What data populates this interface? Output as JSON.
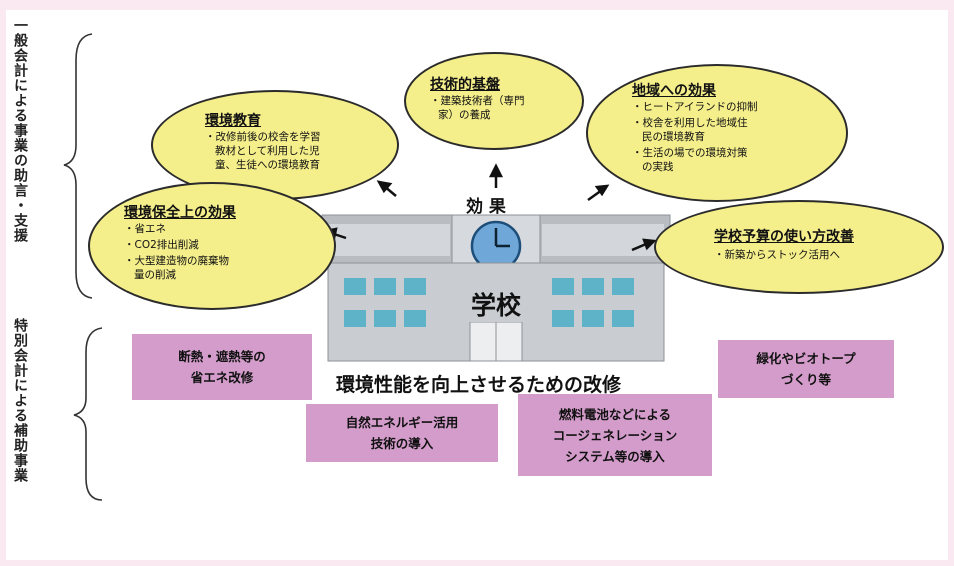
{
  "left_labels": {
    "top": "一般会計による事業の助言・支援",
    "bottom": "特別会計による補助事業"
  },
  "effects_label": "効 果",
  "building_label": "学校",
  "center_caption": "環境性能を向上させるための改修",
  "ellipses": {
    "env_education": {
      "title": "環境教育",
      "items": [
        "・改修前後の校舎を学習",
        "教材として利用した児",
        "童、生徒への環境教育"
      ]
    },
    "technical_base": {
      "title": "技術的基盤",
      "items": [
        "・建築技術者（専門",
        "家）の養成"
      ]
    },
    "regional_effect": {
      "title": "地域への効果",
      "items": [
        "・ヒートアイランドの抑制",
        "・校舎を利用した地域住",
        "民の環境教育",
        "・生活の場での環境対策",
        "の実践"
      ]
    },
    "env_conservation": {
      "title": "環境保全上の効果",
      "items": [
        "・省エネ",
        "・CO2排出削減",
        "・大型建造物の廃棄物",
        "量の削減"
      ]
    },
    "school_budget": {
      "title": "学校予算の使い方改善",
      "items": [
        "・新築からストック活用へ"
      ]
    }
  },
  "boxes": {
    "insulation": "断熱・遮熱等の\n省エネ改修",
    "natural_energy": "自然エネルギー活用\n技術の導入",
    "cogeneration": "燃料電池などによる\nコージェネレーション\nシステム等の導入",
    "greening": "緑化やビオトープ\nづくり等"
  },
  "colors": {
    "ellipse_fill": "#f4ee8b",
    "box_fill": "#d39ccb",
    "page_background": "#fbe9f1",
    "building_body": "#c9cdd2",
    "window": "#5fb3c8",
    "clock_face": "#6fa8d8"
  }
}
